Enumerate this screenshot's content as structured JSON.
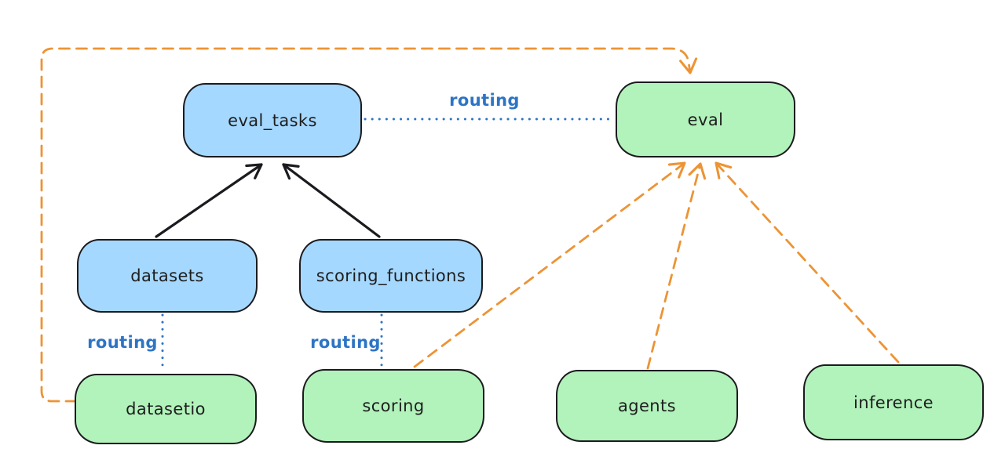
{
  "diagram": {
    "colors": {
      "background": "#ffffff",
      "node_border": "#1b1b1f",
      "node_text": "#1e1e1e",
      "blue_node_fill": "#a5d8ff",
      "green_node_fill": "#b2f2bb",
      "solid_arrow": "#1b1b1f",
      "routing_line": "#2d74c4",
      "provider_dashed_arrow": "#ec9435"
    },
    "nodes": {
      "eval_tasks": {
        "label": "eval_tasks",
        "fill": "#a5d8ff"
      },
      "eval": {
        "label": "eval",
        "fill": "#b2f2bb"
      },
      "datasets": {
        "label": "datasets",
        "fill": "#a5d8ff"
      },
      "scoring_functions": {
        "label": "scoring_functions",
        "fill": "#a5d8ff"
      },
      "datasetio": {
        "label": "datasetio",
        "fill": "#b2f2bb"
      },
      "scoring": {
        "label": "scoring",
        "fill": "#b2f2bb"
      },
      "agents": {
        "label": "agents",
        "fill": "#b2f2bb"
      },
      "inference": {
        "label": "inference",
        "fill": "#b2f2bb"
      }
    },
    "edges": [
      {
        "from": "datasets",
        "to": "eval_tasks",
        "style": "solid",
        "color": "#1b1b1f",
        "arrow": true,
        "label": ""
      },
      {
        "from": "scoring_functions",
        "to": "eval_tasks",
        "style": "solid",
        "color": "#1b1b1f",
        "arrow": true,
        "label": ""
      },
      {
        "from": "eval_tasks",
        "to": "eval",
        "style": "dotted",
        "color": "#2d74c4",
        "arrow": false,
        "label": "routing"
      },
      {
        "from": "datasets",
        "to": "datasetio",
        "style": "dotted",
        "color": "#2d74c4",
        "arrow": false,
        "label": "routing"
      },
      {
        "from": "scoring_functions",
        "to": "scoring",
        "style": "dotted",
        "color": "#2d74c4",
        "arrow": false,
        "label": "routing"
      },
      {
        "from": "datasetio",
        "to": "eval",
        "style": "dashed",
        "color": "#ec9435",
        "arrow": true,
        "label": ""
      },
      {
        "from": "scoring",
        "to": "eval",
        "style": "dashed",
        "color": "#ec9435",
        "arrow": true,
        "label": ""
      },
      {
        "from": "agents",
        "to": "eval",
        "style": "dashed",
        "color": "#ec9435",
        "arrow": true,
        "label": ""
      },
      {
        "from": "inference",
        "to": "eval",
        "style": "dashed",
        "color": "#ec9435",
        "arrow": true,
        "label": ""
      }
    ]
  }
}
